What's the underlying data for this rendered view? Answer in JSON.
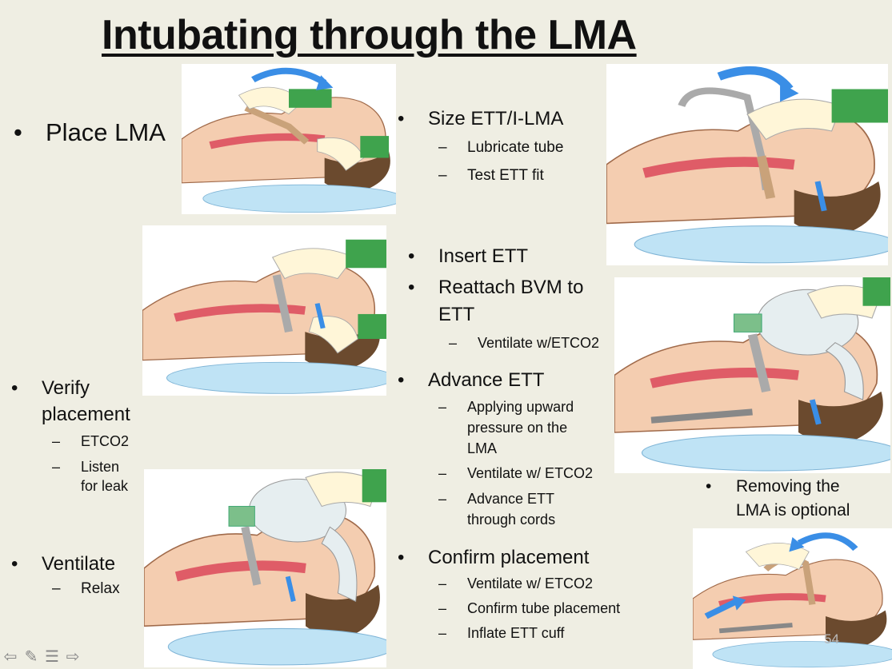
{
  "title": "Intubating through the LMA",
  "left": {
    "place_lma": "Place LMA",
    "verify": "Verify",
    "placement": "placement",
    "etco2": "ETCO2",
    "listen": "Listen",
    "for_leak": "for leak",
    "ventilate": "Ventilate",
    "relax": "Relax"
  },
  "middle": {
    "size": "Size ETT/I-LMA",
    "lubricate": "Lubricate tube",
    "test_fit": "Test ETT fit",
    "insert": "Insert ETT",
    "reattach_1": "Reattach BVM to",
    "reattach_2": "ETT",
    "ventilate_etco2": "Ventilate w/ETCO2",
    "advance": "Advance ETT",
    "applying_1": "Applying upward",
    "applying_2": "pressure on the",
    "applying_3": "LMA",
    "ventilate_w_etco2": "Ventilate w/ ETCO2",
    "advance_cords_1": "Advance ETT",
    "advance_cords_2": "through cords",
    "confirm": "Confirm placement",
    "confirm_ventilate": "Ventilate w/ ETCO2",
    "confirm_tube": "Confirm tube placement",
    "inflate": "Inflate ETT cuff"
  },
  "right": {
    "removing_1": "Removing the",
    "removing_2": "LMA is optional"
  },
  "page_number": "54",
  "icons": [
    "arrow-left-icon",
    "pen-icon",
    "menu-icon",
    "arrow-right-icon"
  ],
  "colors": {
    "background": "#efeee3",
    "glove": "#3fa34d",
    "skin": "#f2c7a8",
    "airway": "#e05060",
    "arrow": "#3a8ee6"
  }
}
